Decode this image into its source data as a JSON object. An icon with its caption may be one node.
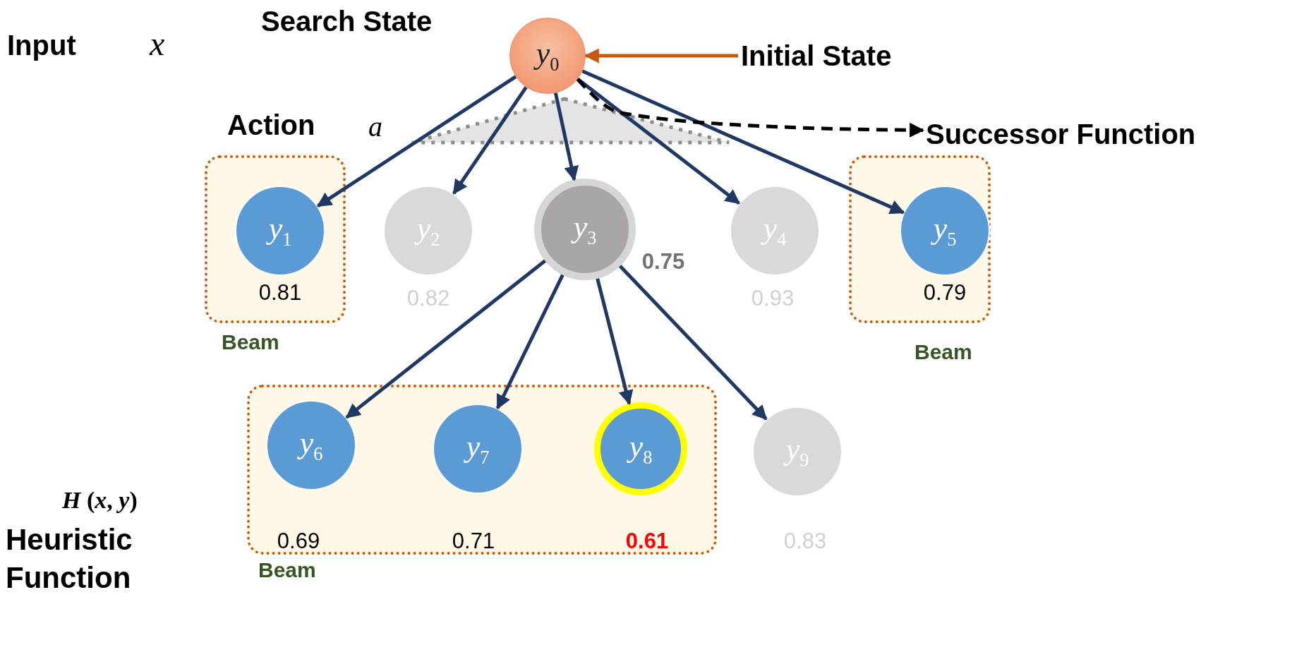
{
  "diagram": {
    "nodes": [
      {
        "text": [
          "*y*$_{0}$"
        ]
      },
      {
        "text": [
          "Initial State"
        ]
      },
      {
        "text": [
          "Successor Function"
        ]
      },
      {
        "text": [
          "Beam"
        ]
      },
      {
        "text": [
          "*y*$_{1}$"
        ],
        "beside": [
          "0.81"
        ],
        "in": 3
      },
      {
        "text": [
          "*y*$_{2}$"
        ],
        "beside": [
          "0.82"
        ]
      },
      {
        "text": [
          "*y*$_{3}$"
        ],
        "beside": [
          "0.75"
        ]
      },
      {
        "text": [
          "*y*$_{4}$"
        ],
        "beside": [
          "0.93"
        ]
      },
      {
        "text": [
          "Beam"
        ]
      },
      {
        "text": [
          "*y*$_{5}$"
        ],
        "beside": [
          "0.79"
        ],
        "in": 8
      },
      {
        "text": [
          "Beam"
        ]
      },
      {
        "text": [
          "*y*$_{6}$"
        ],
        "beside": [
          "0.69"
        ],
        "in": 10
      },
      {
        "text": [
          "*y*$_{7}$"
        ],
        "beside": [
          "0.71"
        ],
        "in": 10
      },
      {
        "text": [
          "*y*$_{8}$"
        ],
        "beside": [
          "0.61"
        ],
        "in": 10
      },
      {
        "text": [
          "*y*$_{9}$"
        ],
        "beside": [
          "0.83"
        ]
      }
    ],
    "edges": [
      {
        "from": 1,
        "to": 0,
        "arrow": "to",
        "color": "#c55a11"
      },
      {
        "from": 0,
        "to": 4,
        "arrow": "to"
      },
      {
        "from": 0,
        "to": 5,
        "arrow": "to"
      },
      {
        "from": 0,
        "to": 6,
        "arrow": "to"
      },
      {
        "from": 0,
        "to": 7,
        "arrow": "to"
      },
      {
        "from": 0,
        "to": 9,
        "arrow": "to"
      },
      {
        "from": 6,
        "to": 11,
        "arrow": "to"
      },
      {
        "from": 6,
        "to": 12,
        "arrow": "to"
      },
      {
        "from": 6,
        "to": 13,
        "arrow": "to"
      },
      {
        "from": 6,
        "to": 14,
        "arrow": "to"
      },
      {
        "from": 0,
        "to": 2,
        "arrow": "to",
        "style": "dashed",
        "color": "#000000"
      }
    ],
    "labels": [
      "Search State",
      "Input",
      "x",
      "Action",
      "a",
      "*H* (*x*, *y*)",
      "Heuristic Function"
    ]
  }
}
